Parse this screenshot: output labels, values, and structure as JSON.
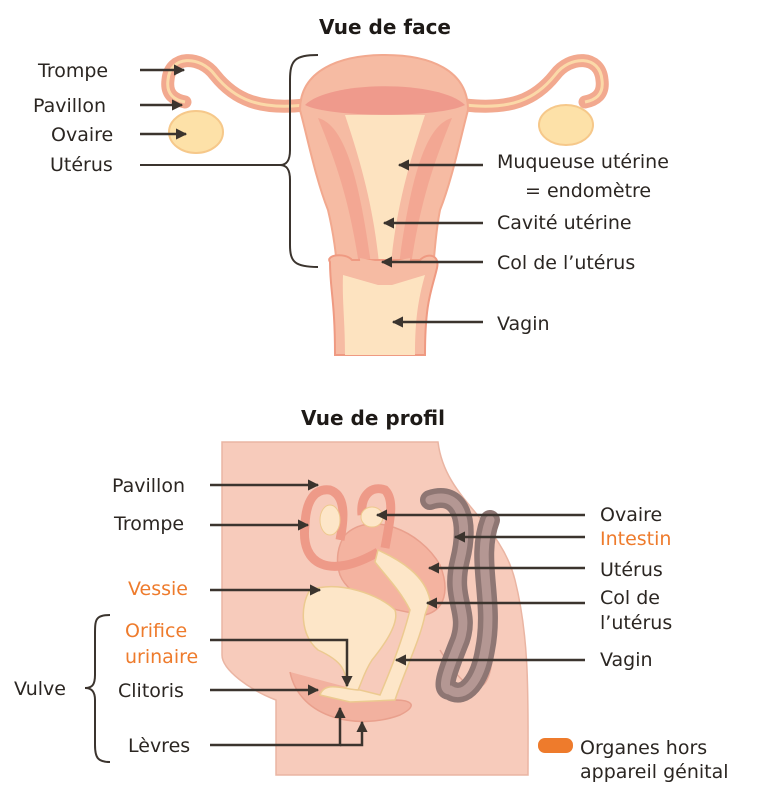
{
  "front_view": {
    "title": "Vue de face",
    "labels": {
      "trompe": "Trompe",
      "pavillon": "Pavillon",
      "ovaire": "Ovaire",
      "uterus": "Utérus",
      "muqueuse_1": "Muqueuse utérine",
      "muqueuse_2": "= endomètre",
      "cavite": "Cavité utérine",
      "col": "Col de l’utérus",
      "vagin": "Vagin"
    }
  },
  "profile_view": {
    "title": "Vue de profil",
    "labels": {
      "pavillon": "Pavillon",
      "trompe": "Trompe",
      "vessie": "Vessie",
      "orifice_1": "Orifice",
      "orifice_2": "urinaire",
      "vulve": "Vulve",
      "clitoris": "Clitoris",
      "levres": "Lèvres",
      "ovaire": "Ovaire",
      "intestin": "Intestin",
      "uterus": "Utérus",
      "col_1": "Col de",
      "col_2": "l’utérus",
      "vagin": "Vagin"
    }
  },
  "legend": {
    "line_1": "Organes hors",
    "line_2": "appareil génital",
    "color": "#ee7b2c"
  }
}
